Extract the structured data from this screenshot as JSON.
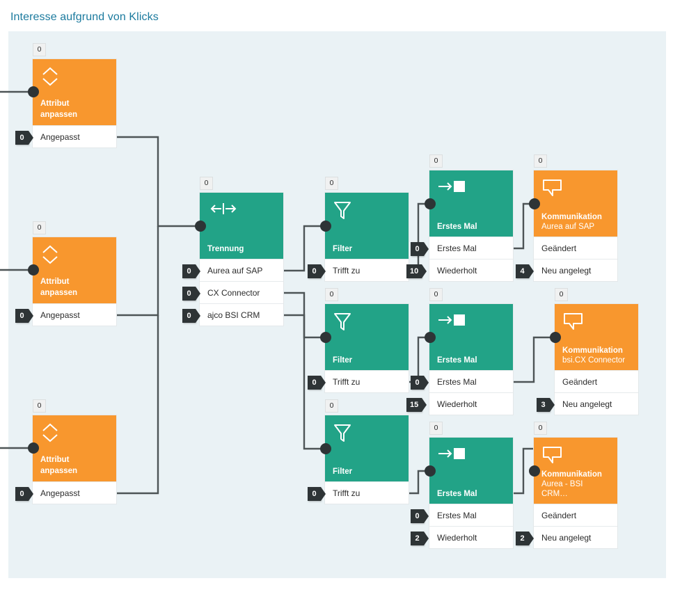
{
  "header": {
    "title": "Interesse aufgrund von Klicks"
  },
  "colors": {
    "accent_title": "#1b7a9e",
    "canvas_bg": "#eaf2f5",
    "orange": "#f8972e",
    "green": "#22a387",
    "badge_dark": "#2e3436",
    "chip_grey": "#f0f1f1",
    "wire": "#4d5456"
  },
  "nodes": [
    {
      "id": "attribut-1",
      "type": "orange",
      "icon": "sort-updown-icon",
      "count": "0",
      "title": "Attribut",
      "title2": "anpassen",
      "rows": [
        {
          "label": "Angepasst",
          "badge": "0"
        }
      ]
    },
    {
      "id": "attribut-2",
      "type": "orange",
      "icon": "sort-updown-icon",
      "count": "0",
      "title": "Attribut",
      "title2": "anpassen",
      "rows": [
        {
          "label": "Angepasst",
          "badge": "0"
        }
      ]
    },
    {
      "id": "attribut-3",
      "type": "orange",
      "icon": "sort-updown-icon",
      "count": "0",
      "title": "Attribut",
      "title2": "anpassen",
      "rows": [
        {
          "label": "Angepasst",
          "badge": "0"
        }
      ]
    },
    {
      "id": "trennung",
      "type": "green",
      "icon": "split-arrows-icon",
      "count": "0",
      "title": "Trennung",
      "rows": [
        {
          "label": "Aurea auf SAP",
          "badge": "0"
        },
        {
          "label": "CX Connector",
          "badge": "0"
        },
        {
          "label": "ajco BSI CRM",
          "badge": "0"
        }
      ]
    },
    {
      "id": "filter-1",
      "type": "green",
      "icon": "funnel-icon",
      "count": "0",
      "title": "Filter",
      "rows": [
        {
          "label": "Trifft zu",
          "badge": "0"
        }
      ]
    },
    {
      "id": "filter-2",
      "type": "green",
      "icon": "funnel-icon",
      "count": "0",
      "title": "Filter",
      "rows": [
        {
          "label": "Trifft zu",
          "badge": "0"
        }
      ]
    },
    {
      "id": "filter-3",
      "type": "green",
      "icon": "funnel-icon",
      "count": "0",
      "title": "Filter",
      "rows": [
        {
          "label": "Trifft zu",
          "badge": "0"
        }
      ]
    },
    {
      "id": "erstes-mal-1",
      "type": "green",
      "icon": "arrow-to-box-icon",
      "count": "0",
      "title": "Erstes Mal",
      "rows": [
        {
          "label": "Erstes Mal",
          "badge": "0"
        },
        {
          "label": "Wiederholt",
          "badge": "10"
        }
      ]
    },
    {
      "id": "erstes-mal-2",
      "type": "green",
      "icon": "arrow-to-box-icon",
      "count": "0",
      "title": "Erstes Mal",
      "rows": [
        {
          "label": "Erstes Mal",
          "badge": "0"
        },
        {
          "label": "Wiederholt",
          "badge": "15"
        }
      ]
    },
    {
      "id": "erstes-mal-3",
      "type": "green",
      "icon": "arrow-to-box-icon",
      "count": "0",
      "title": "Erstes Mal",
      "rows": [
        {
          "label": "Erstes Mal",
          "badge": "0"
        },
        {
          "label": "Wiederholt",
          "badge": "2"
        }
      ]
    },
    {
      "id": "kommunikation-1",
      "type": "orange",
      "icon": "speech-bubble-icon",
      "count": "0",
      "title": "Kommunikation",
      "subtitle": "Aurea auf SAP",
      "rows": [
        {
          "label": "Geändert",
          "badge": ""
        },
        {
          "label": "Neu angelegt",
          "badge": "4"
        }
      ]
    },
    {
      "id": "kommunikation-2",
      "type": "orange",
      "icon": "speech-bubble-icon",
      "count": "0",
      "title": "Kommunikation",
      "subtitle": "bsi.CX Connector",
      "rows": [
        {
          "label": "Geändert",
          "badge": ""
        },
        {
          "label": "Neu angelegt",
          "badge": "3"
        }
      ]
    },
    {
      "id": "kommunikation-3",
      "type": "orange",
      "icon": "speech-bubble-icon",
      "count": "0",
      "title": "Kommunikation",
      "subtitle": "Aurea - BSI CRM…",
      "rows": [
        {
          "label": "Geändert",
          "badge": ""
        },
        {
          "label": "Neu angelegt",
          "badge": "2"
        }
      ]
    }
  ]
}
